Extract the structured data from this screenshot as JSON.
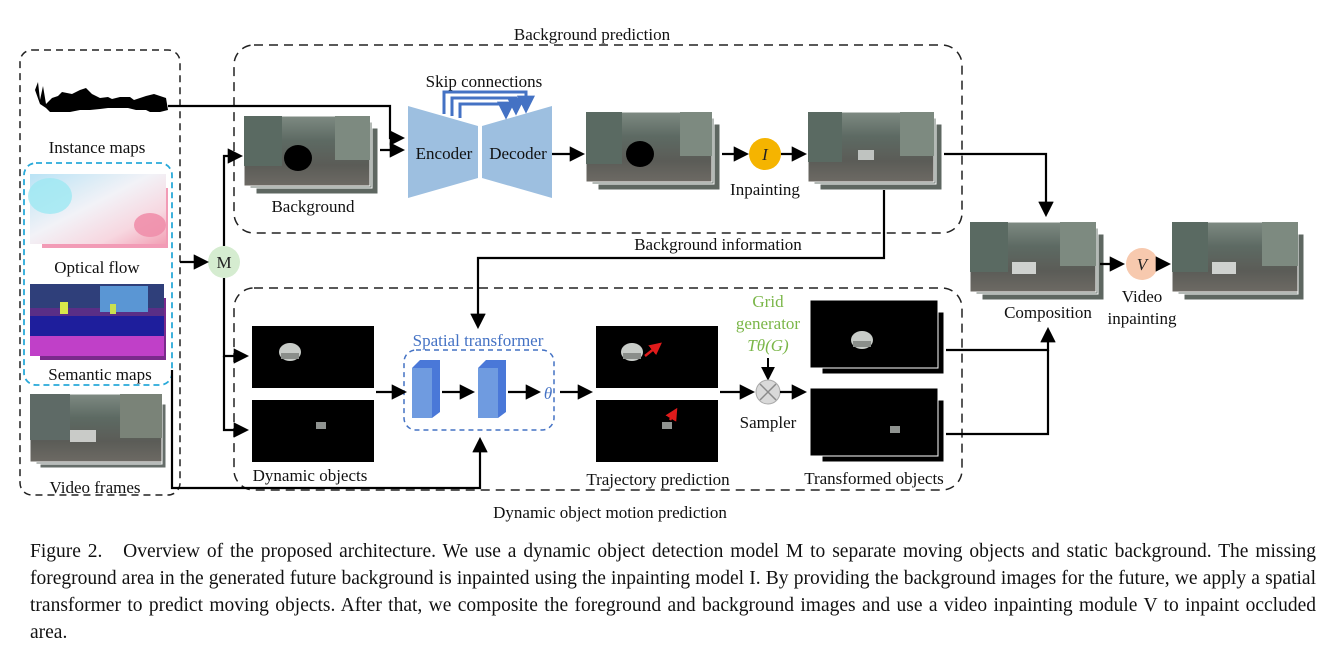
{
  "diagram": {
    "titles": {
      "background_prediction": "Background prediction",
      "dynamic_object_motion_prediction": "Dynamic object motion prediction"
    },
    "inputs": {
      "instance_maps": "Instance maps",
      "optical_flow": "Optical flow",
      "semantic_maps": "Semantic maps",
      "video_frames": "Video frames"
    },
    "nodes": {
      "M": "M",
      "I": "I",
      "V": "V",
      "encoder": "Encoder",
      "decoder": "Decoder",
      "skip_connections": "Skip connections",
      "background": "Background",
      "inpainting": "Inpainting",
      "background_information": "Background information",
      "composition": "Composition",
      "video_inpainting_line1": "Video",
      "video_inpainting_line2": "inpainting",
      "spatial_transformer": "Spatial transformer",
      "theta": "θ",
      "grid_generator_line1": "Grid",
      "grid_generator_line2": "generator",
      "grid_generator_formula": "Tθ(G)",
      "sampler": "Sampler",
      "dynamic_objects": "Dynamic objects",
      "trajectory_prediction": "Trajectory prediction",
      "transformed_objects": "Transformed objects"
    },
    "colors": {
      "network_block": "#9dbfe0",
      "skip_arrow": "#4472c4",
      "spatial_border": "#4472c4",
      "spatial_text": "#4472c4",
      "st_block": "#6f9be0",
      "grid_generator_text": "#7ab648",
      "M_node": "#d5ecd0",
      "I_node": "#f5b400",
      "V_node": "#f7c9ae",
      "sampler_node": "#d9d9d9",
      "inputs_border": "#29a9d9",
      "trajectory_arrow": "#e01b1b"
    }
  },
  "caption": {
    "label": "Figure 2.",
    "text": "Overview of the proposed architecture. We use a dynamic object detection model M to separate moving objects and static background. The missing foreground area in the generated future background is inpainted using the inpainting model I. By providing the background images for the future, we apply a spatial transformer to predict moving objects. After that, we composite the foreground and background images and use a video inpainting module V to inpaint occluded area."
  }
}
